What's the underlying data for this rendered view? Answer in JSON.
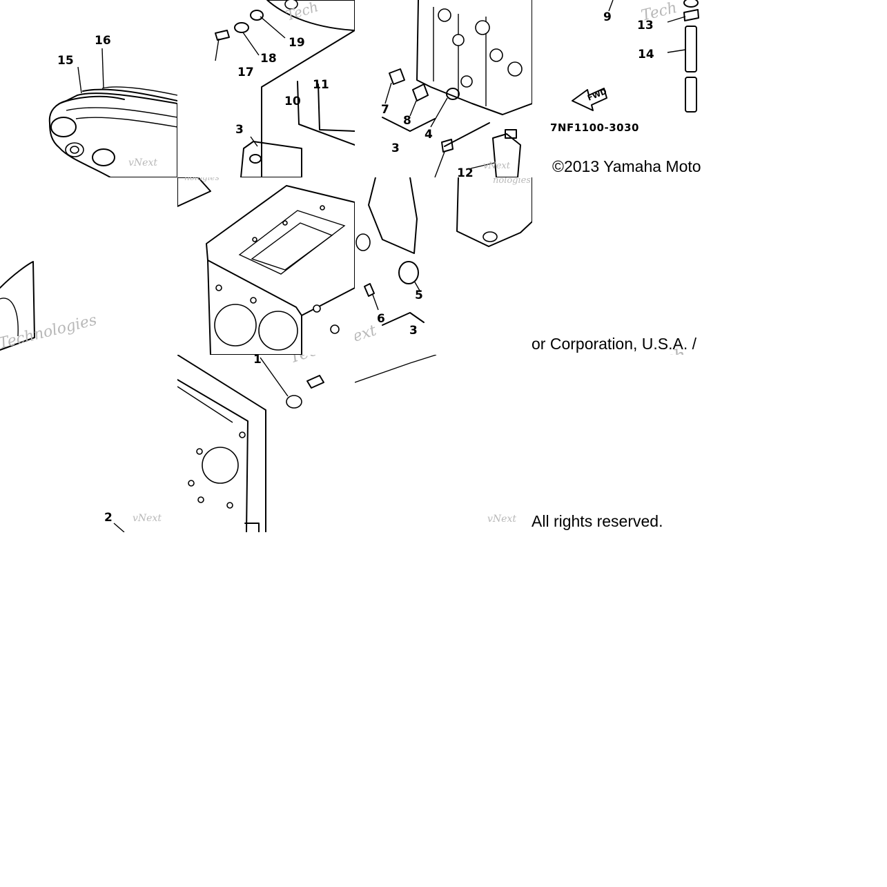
{
  "diagram": {
    "part_code": "7NF1100-3030",
    "direction_label": "FWD",
    "callouts": [
      "1",
      "2",
      "3",
      "4",
      "5",
      "6",
      "7",
      "8",
      "9",
      "10",
      "11",
      "12",
      "13",
      "14",
      "15",
      "16",
      "17",
      "18",
      "19"
    ],
    "watermarks": {
      "vnext": "vNext",
      "tech": "Tech",
      "technologies": "Technologies",
      "nologies": "nologies",
      "ext": "ext"
    }
  },
  "copyright": {
    "line1": "©2013 Yamaha Moto",
    "line2": "or Corporation, U.S.A. /",
    "line3": "All rights reserved."
  }
}
